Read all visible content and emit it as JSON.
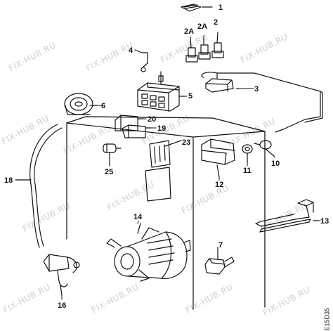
{
  "watermark": "FIX-HUB.RU",
  "diagram_code": "E15D35",
  "labels": {
    "l1": "1",
    "l2": "2",
    "l2a_left": "2A",
    "l2a_right": "2A",
    "l3": "3",
    "l4": "4",
    "l5": "5",
    "l6": "6",
    "l7": "7",
    "l10": "10",
    "l11": "11",
    "l12": "12",
    "l13": "13",
    "l14": "14",
    "l16": "16",
    "l18": "18",
    "l19": "19",
    "l20": "20",
    "l23": "23",
    "l25": "25"
  }
}
